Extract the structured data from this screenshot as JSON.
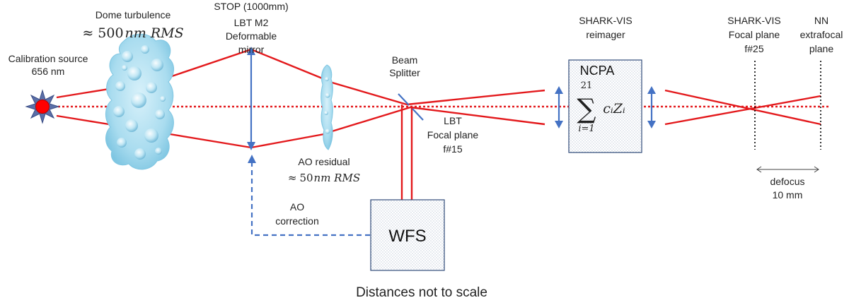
{
  "labels": {
    "calibration_source_line1": "Calibration source",
    "calibration_source_line2": "656 nm",
    "dome_turbulence": "Dome turbulence",
    "dome_rms_symbol": "≈",
    "dome_rms_value": "500",
    "dome_rms_unit": "nm RMS",
    "stop_line1": "STOP (1000mm)",
    "stop_line2": "LBT M2",
    "stop_line3": "Deformable",
    "stop_line4": "mirror",
    "beam_splitter_line1": "Beam",
    "beam_splitter_line2": "Splitter",
    "lbt_focal_line1": "LBT",
    "lbt_focal_line2": "Focal plane",
    "lbt_focal_line3": "f#15",
    "ao_residual": "AO residual",
    "ao_rms_symbol": "≈",
    "ao_rms_value": "50",
    "ao_rms_unit": "nm RMS",
    "ao_correction_line1": "AO",
    "ao_correction_line2": "correction",
    "wfs": "WFS",
    "reimager_line1": "SHARK-VIS",
    "reimager_line2": "reimager",
    "ncpa": "NCPA",
    "sum_upper": "21",
    "sum_symbol": "∑",
    "sum_lower": "i=1",
    "sum_term": "cᵢZᵢ",
    "focal_plane_line1": "SHARK-VIS",
    "focal_plane_line2": "Focal plane",
    "focal_plane_line3": "f#25",
    "extrafocal_line1": "NN",
    "extrafocal_line2": "extrafocal",
    "extrafocal_line3": "plane",
    "defocus_line1": "defocus",
    "defocus_line2": "10 mm",
    "footer": "Distances not to scale"
  },
  "colors": {
    "beam": "#e3191c",
    "optics": "#4472c4",
    "turbulence": "#a9dcef",
    "source": "#ff0000"
  }
}
